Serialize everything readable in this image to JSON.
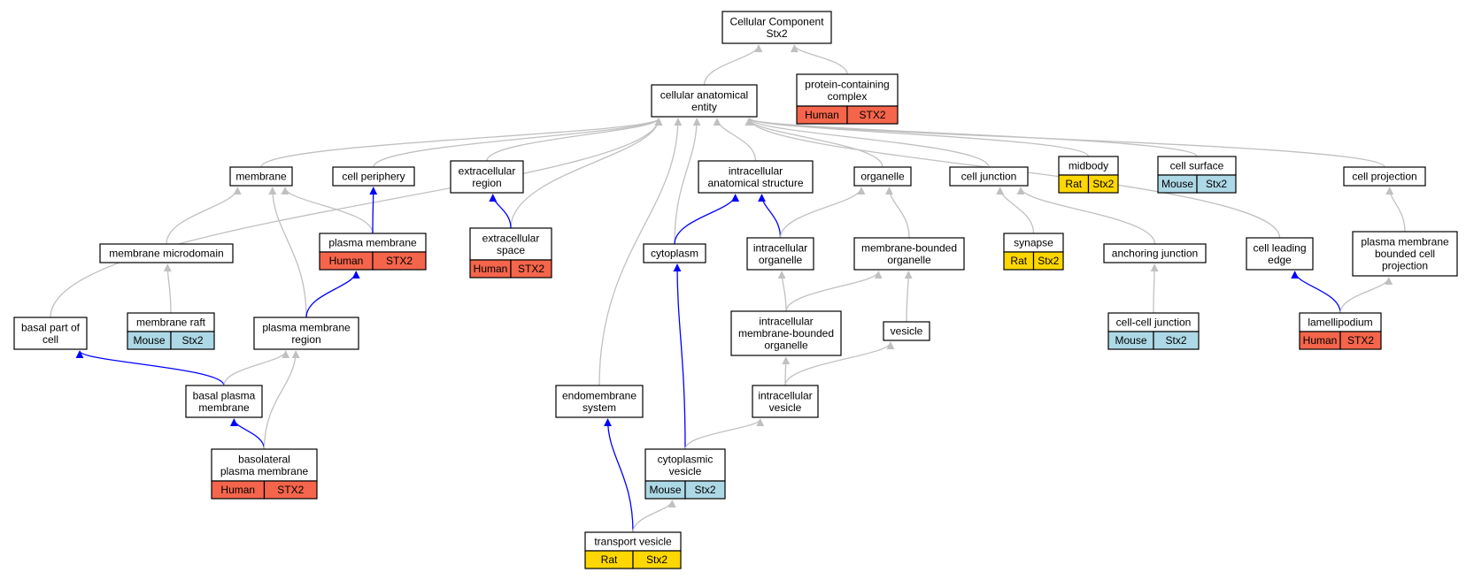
{
  "colors": {
    "Human": "#f4654b",
    "Mouse": "#add8e6",
    "Rat": "#ffd700",
    "is_a": "#c0c0c0",
    "part_of": "#0000ff",
    "node_border": "#000000"
  },
  "nodes": [
    {
      "id": "root",
      "lines": [
        "Cellular Component",
        "Stx2"
      ]
    },
    {
      "id": "cae",
      "lines": [
        "cellular anatomical",
        "entity"
      ]
    },
    {
      "id": "pcc",
      "lines": [
        "protein-containing",
        "complex"
      ],
      "species": "Human",
      "gene": "STX2"
    },
    {
      "id": "membrane",
      "lines": [
        "membrane"
      ]
    },
    {
      "id": "cellperiphery",
      "lines": [
        "cell periphery"
      ]
    },
    {
      "id": "extracellularregion",
      "lines": [
        "extracellular",
        "region"
      ]
    },
    {
      "id": "ias",
      "lines": [
        "intracellular",
        "anatomical structure"
      ]
    },
    {
      "id": "organelle",
      "lines": [
        "organelle"
      ]
    },
    {
      "id": "celljunction",
      "lines": [
        "cell junction"
      ]
    },
    {
      "id": "midbody",
      "lines": [
        "midbody"
      ],
      "species": "Rat",
      "gene": "Stx2"
    },
    {
      "id": "cellsurface",
      "lines": [
        "cell surface"
      ],
      "species": "Mouse",
      "gene": "Stx2"
    },
    {
      "id": "cellprojection",
      "lines": [
        "cell projection"
      ]
    },
    {
      "id": "membranemicrodomain",
      "lines": [
        "membrane microdomain"
      ]
    },
    {
      "id": "plasmamembrane",
      "lines": [
        "plasma membrane"
      ],
      "species": "Human",
      "gene": "STX2"
    },
    {
      "id": "extracellularspace",
      "lines": [
        "extracellular",
        "space"
      ],
      "species": "Human",
      "gene": "STX2"
    },
    {
      "id": "cytoplasm",
      "lines": [
        "cytoplasm"
      ]
    },
    {
      "id": "intracellularorganelle",
      "lines": [
        "intracellular",
        "organelle"
      ]
    },
    {
      "id": "mbo",
      "lines": [
        "membrane-bounded",
        "organelle"
      ]
    },
    {
      "id": "synapse",
      "lines": [
        "synapse"
      ],
      "species": "Rat",
      "gene": "Stx2"
    },
    {
      "id": "anchoringjunction",
      "lines": [
        "anchoring junction"
      ]
    },
    {
      "id": "cellleadingedge",
      "lines": [
        "cell leading",
        "edge"
      ]
    },
    {
      "id": "pmbcp",
      "lines": [
        "plasma membrane",
        "bounded cell",
        "projection"
      ]
    },
    {
      "id": "basalpartofcell",
      "lines": [
        "basal part of",
        "cell"
      ]
    },
    {
      "id": "membraneraft",
      "lines": [
        "membrane raft"
      ],
      "species": "Mouse",
      "gene": "Stx2"
    },
    {
      "id": "pmregion",
      "lines": [
        "plasma membrane",
        "region"
      ]
    },
    {
      "id": "imbo",
      "lines": [
        "intracellular",
        "membrane-bounded",
        "organelle"
      ]
    },
    {
      "id": "vesicle",
      "lines": [
        "vesicle"
      ]
    },
    {
      "id": "celljunction2",
      "lines": [
        "cell-cell junction"
      ],
      "species": "Mouse",
      "gene": "Stx2"
    },
    {
      "id": "lamellipodium",
      "lines": [
        "lamellipodium"
      ],
      "species": "Human",
      "gene": "STX2"
    },
    {
      "id": "basalpm",
      "lines": [
        "basal plasma",
        "membrane"
      ]
    },
    {
      "id": "intracellularvesicle",
      "lines": [
        "intracellular",
        "vesicle"
      ]
    },
    {
      "id": "endomembrane",
      "lines": [
        "endomembrane",
        "system"
      ]
    },
    {
      "id": "basolateralpm",
      "lines": [
        "basolateral",
        "plasma membrane"
      ],
      "species": "Human",
      "gene": "STX2"
    },
    {
      "id": "cytoplasmicvesicle",
      "lines": [
        "cytoplasmic",
        "vesicle"
      ],
      "species": "Mouse",
      "gene": "Stx2"
    },
    {
      "id": "transportvesicle",
      "lines": [
        "transport vesicle"
      ],
      "species": "Rat",
      "gene": "Stx2"
    }
  ],
  "edges": [
    {
      "from": "cae",
      "to": "root",
      "type": "is_a"
    },
    {
      "from": "pcc",
      "to": "root",
      "type": "is_a"
    },
    {
      "from": "membrane",
      "to": "cae",
      "type": "is_a"
    },
    {
      "from": "cellperiphery",
      "to": "cae",
      "type": "is_a"
    },
    {
      "from": "extracellularregion",
      "to": "cae",
      "type": "is_a"
    },
    {
      "from": "ias",
      "to": "cae",
      "type": "is_a"
    },
    {
      "from": "organelle",
      "to": "cae",
      "type": "is_a"
    },
    {
      "from": "celljunction",
      "to": "cae",
      "type": "is_a"
    },
    {
      "from": "midbody",
      "to": "cae",
      "type": "is_a"
    },
    {
      "from": "cellsurface",
      "to": "cae",
      "type": "is_a"
    },
    {
      "from": "cellprojection",
      "to": "cae",
      "type": "is_a"
    },
    {
      "from": "basalpartofcell",
      "to": "cae",
      "type": "is_a"
    },
    {
      "from": "extracellularspace",
      "to": "cae",
      "type": "is_a"
    },
    {
      "from": "cytoplasm",
      "to": "cae",
      "type": "is_a"
    },
    {
      "from": "endomembrane",
      "to": "cae",
      "type": "is_a"
    },
    {
      "from": "cellleadingedge",
      "to": "cae",
      "type": "is_a"
    },
    {
      "from": "membranemicrodomain",
      "to": "membrane",
      "type": "is_a"
    },
    {
      "from": "plasmamembrane",
      "to": "membrane",
      "type": "is_a"
    },
    {
      "from": "pmregion",
      "to": "membrane",
      "type": "is_a"
    },
    {
      "from": "plasmamembrane",
      "to": "cellperiphery",
      "type": "part_of"
    },
    {
      "from": "extracellularspace",
      "to": "extracellularregion",
      "type": "part_of"
    },
    {
      "from": "cytoplasm",
      "to": "ias",
      "type": "part_of"
    },
    {
      "from": "intracellularorganelle",
      "to": "ias",
      "type": "part_of"
    },
    {
      "from": "intracellularorganelle",
      "to": "organelle",
      "type": "is_a"
    },
    {
      "from": "mbo",
      "to": "organelle",
      "type": "is_a"
    },
    {
      "from": "synapse",
      "to": "celljunction",
      "type": "is_a"
    },
    {
      "from": "anchoringjunction",
      "to": "celljunction",
      "type": "is_a"
    },
    {
      "from": "pmbcp",
      "to": "cellprojection",
      "type": "is_a"
    },
    {
      "from": "membraneraft",
      "to": "membranemicrodomain",
      "type": "is_a"
    },
    {
      "from": "pmregion",
      "to": "plasmamembrane",
      "type": "part_of"
    },
    {
      "from": "imbo",
      "to": "intracellularorganelle",
      "type": "is_a"
    },
    {
      "from": "imbo",
      "to": "mbo",
      "type": "is_a"
    },
    {
      "from": "vesicle",
      "to": "mbo",
      "type": "is_a"
    },
    {
      "from": "celljunction2",
      "to": "anchoringjunction",
      "type": "is_a"
    },
    {
      "from": "lamellipodium",
      "to": "cellleadingedge",
      "type": "part_of"
    },
    {
      "from": "lamellipodium",
      "to": "pmbcp",
      "type": "is_a"
    },
    {
      "from": "basalpm",
      "to": "basalpartofcell",
      "type": "part_of"
    },
    {
      "from": "basalpm",
      "to": "pmregion",
      "type": "is_a"
    },
    {
      "from": "intracellularvesicle",
      "to": "imbo",
      "type": "is_a"
    },
    {
      "from": "intracellularvesicle",
      "to": "vesicle",
      "type": "is_a"
    },
    {
      "from": "basolateralpm",
      "to": "basalpm",
      "type": "part_of"
    },
    {
      "from": "basolateralpm",
      "to": "pmregion",
      "type": "is_a"
    },
    {
      "from": "cytoplasmicvesicle",
      "to": "cytoplasm",
      "type": "part_of"
    },
    {
      "from": "cytoplasmicvesicle",
      "to": "intracellularvesicle",
      "type": "is_a"
    },
    {
      "from": "transportvesicle",
      "to": "endomembrane",
      "type": "part_of"
    },
    {
      "from": "transportvesicle",
      "to": "cytoplasmicvesicle",
      "type": "is_a"
    }
  ]
}
